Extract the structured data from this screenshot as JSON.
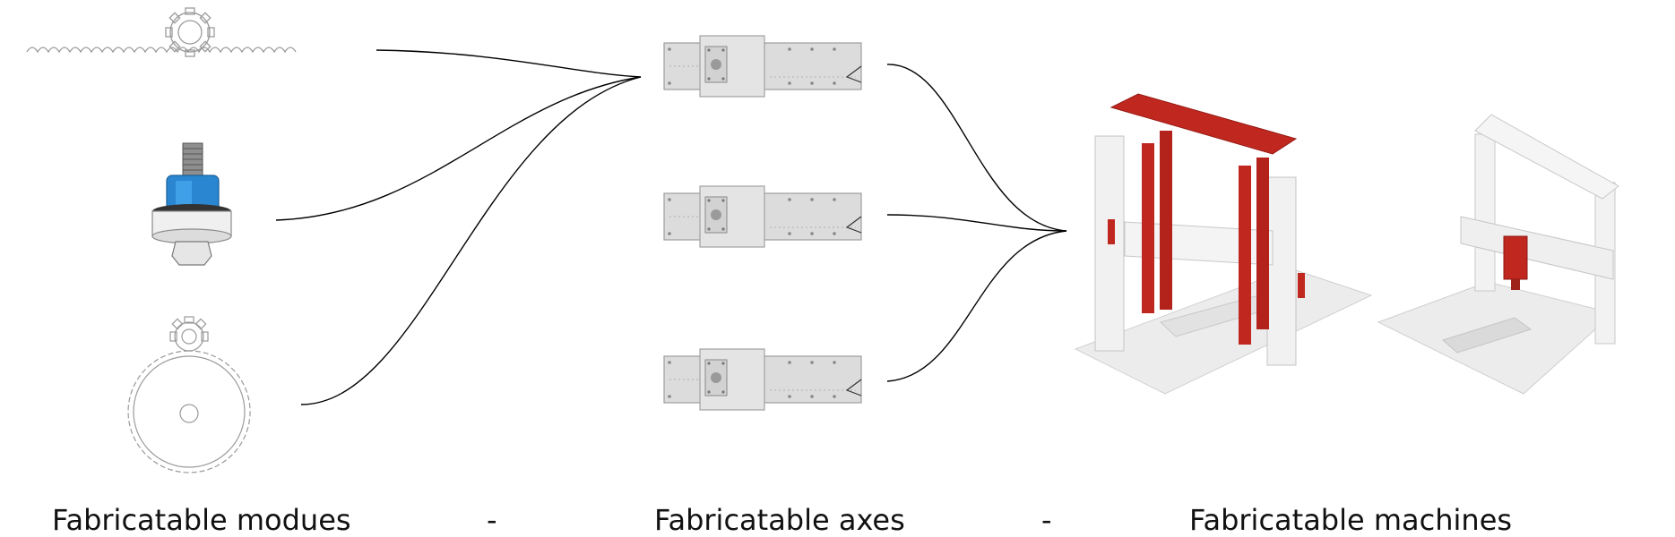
{
  "captions": {
    "modules": "Fabricatable modues",
    "separator_1": "-",
    "axes": "Fabricatable axes",
    "separator_2": "-",
    "machines": "Fabricatable machines"
  },
  "colors": {
    "accent_red": "#c0271f",
    "motor_blue": "#2a86d1",
    "part_grey": "#d9d9d9",
    "connector": "#000000"
  },
  "icons": [
    "rack-and-pinion-icon",
    "stepper-motor-icon",
    "gear-pair-icon",
    "linear-axis-icon",
    "gantry-machine-icon",
    "mill-machine-icon"
  ]
}
